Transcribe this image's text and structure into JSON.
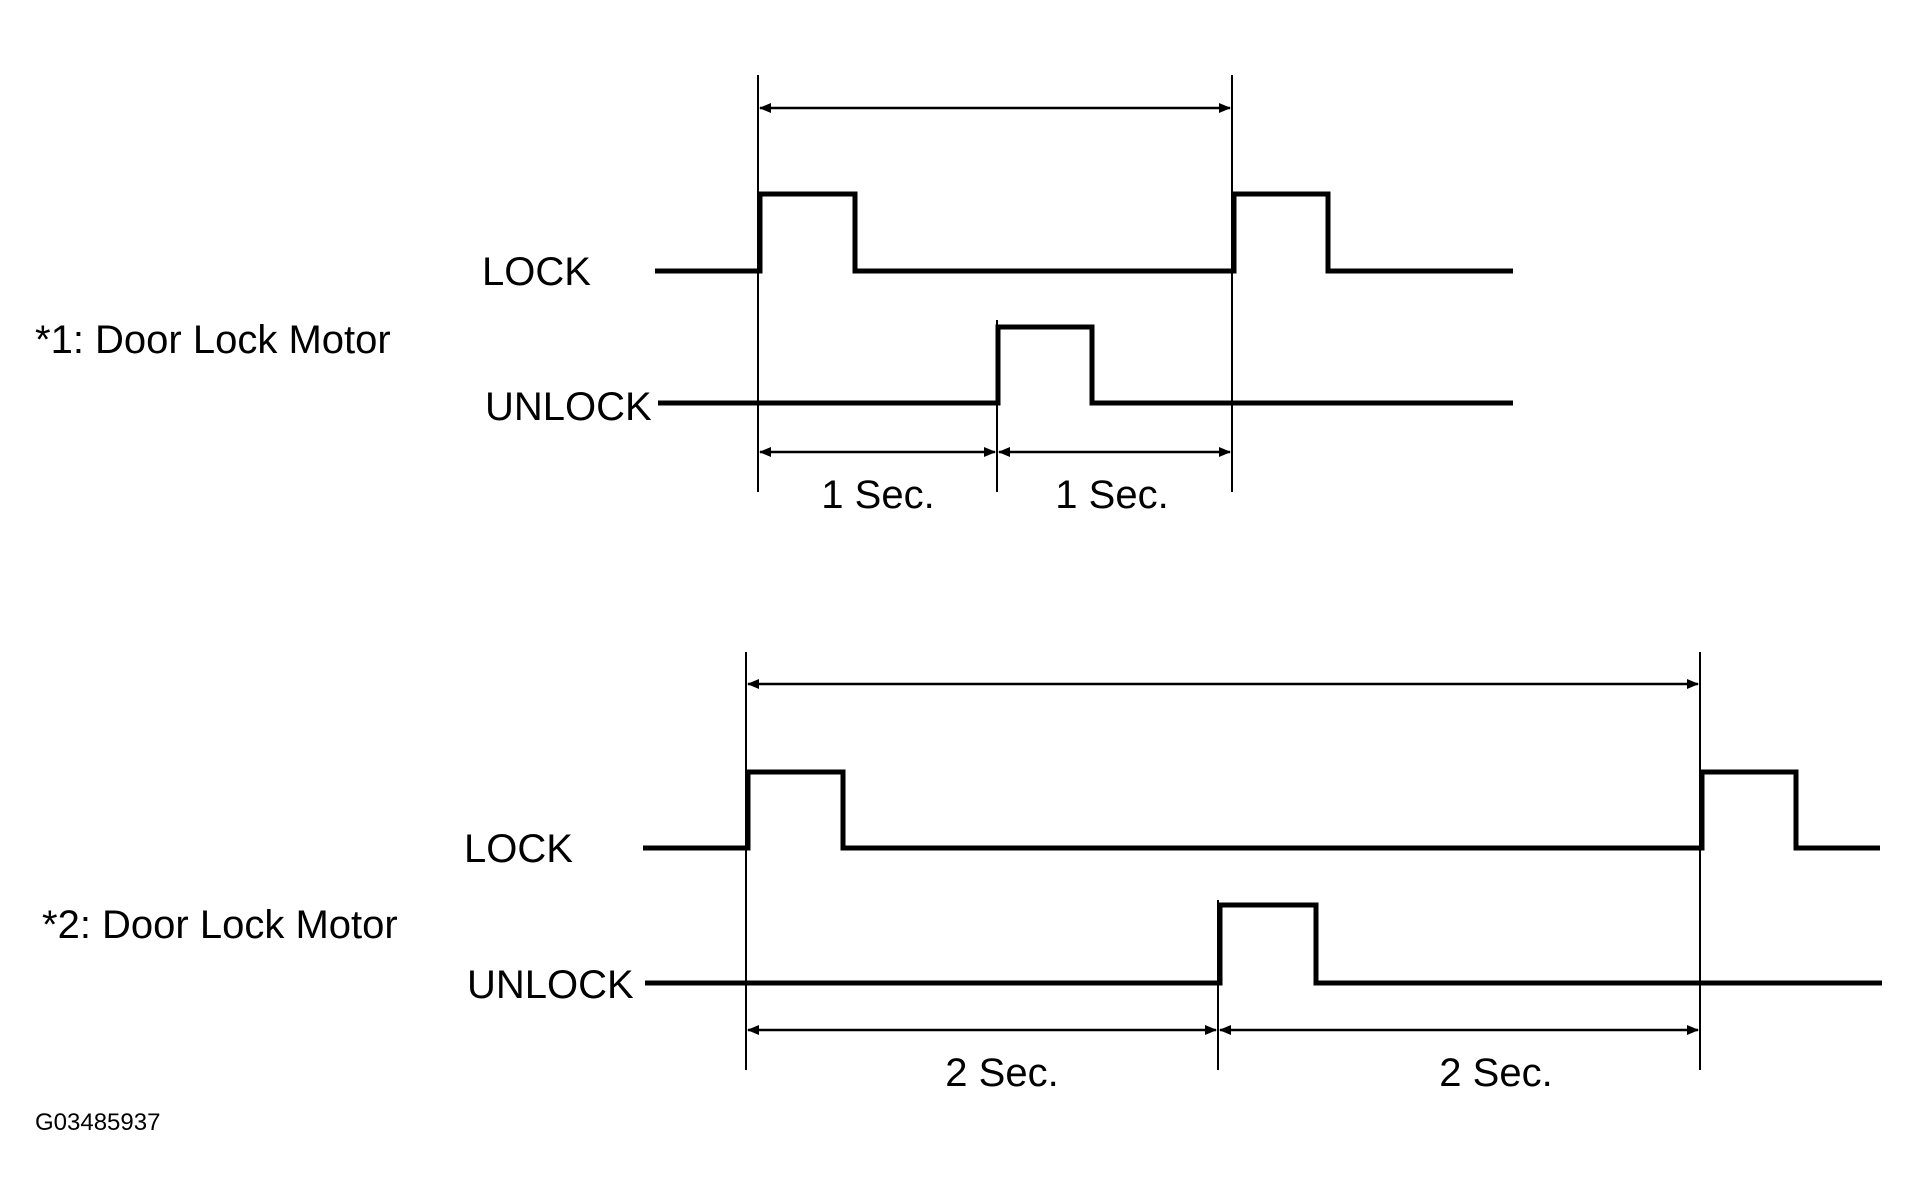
{
  "figure_id": "G03485937",
  "timing_sets": [
    {
      "label": "*1:  Door Lock Motor",
      "lock_label": "LOCK",
      "unlock_label": "UNLOCK",
      "intervals": [
        "1 Sec.",
        "1 Sec."
      ]
    },
    {
      "label": "*2: Door Lock Motor",
      "lock_label": "LOCK",
      "unlock_label": "UNLOCK",
      "intervals": [
        "2 Sec.",
        "2 Sec."
      ]
    }
  ]
}
